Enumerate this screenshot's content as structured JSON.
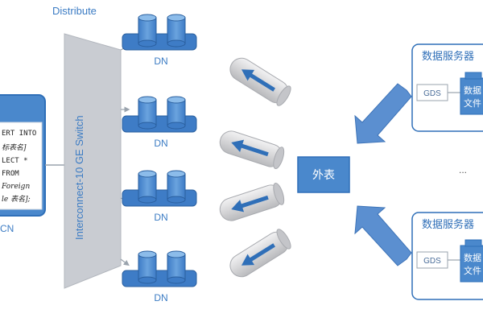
{
  "title": "Distribute",
  "switch_label": "Interconnect-10 GE Switch",
  "cn": {
    "label": "CN",
    "sql_lines": [
      "ERT INTO",
      "标表名]",
      "LECT *",
      "FROM",
      "Foreign",
      "le 表名];"
    ]
  },
  "dn_label": "DN",
  "external_table_label": "外表",
  "ellipsis": "...",
  "data_servers": [
    {
      "title": "数据服务器",
      "gds_label": "GDS",
      "file_label_line1": "数据",
      "file_label_line2": "文件"
    },
    {
      "title": "数据服务器",
      "gds_label": "GDS",
      "file_label_line1": "数据",
      "file_label_line2": "文件"
    }
  ],
  "colors": {
    "accent": "#2f6fb8",
    "box": "#4a88cc",
    "server_border": "#2f6fb8",
    "switch": "#c9ccd2",
    "pipe": "#d8d8da",
    "arrow": "#5b8fd0",
    "label": "#3c7cc4"
  }
}
